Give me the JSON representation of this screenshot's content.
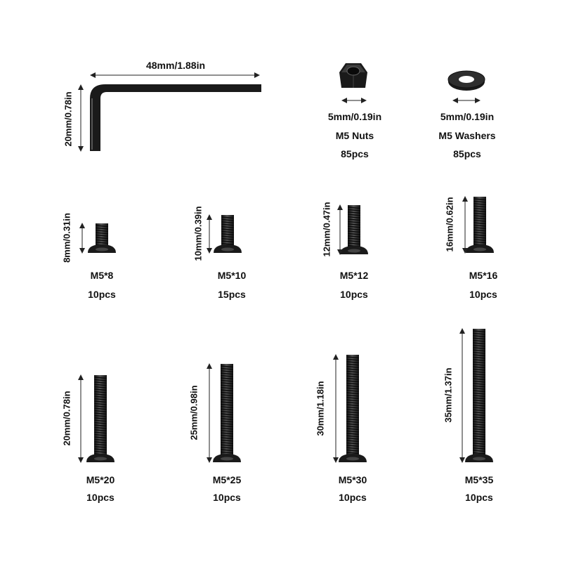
{
  "colors": {
    "metal": "#1a1a1a",
    "metal_highlight": "#5a5a5a",
    "dimension_line": "#222222",
    "background": "#ffffff"
  },
  "icons": [
    "hex-key-icon",
    "hex-nut-icon",
    "washer-icon",
    "button-head-screw-icon"
  ],
  "hex_key": {
    "length_label": "48mm/1.88in",
    "height_label": "20mm/0.78in"
  },
  "nuts": {
    "size_label": "5mm/0.19in",
    "name": "M5 Nuts",
    "qty": "85pcs"
  },
  "washers": {
    "size_label": "5mm/0.19in",
    "name": "M5 Washers",
    "qty": "85pcs"
  },
  "screws": [
    {
      "length_label": "8mm/0.31in",
      "name": "M5*8",
      "qty": "10pcs"
    },
    {
      "length_label": "10mm/0.39in",
      "name": "M5*10",
      "qty": "15pcs"
    },
    {
      "length_label": "12mm/0.47in",
      "name": "M5*12",
      "qty": "10pcs"
    },
    {
      "length_label": "16mm/0.62in",
      "name": "M5*16",
      "qty": "10pcs"
    },
    {
      "length_label": "20mm/0.78in",
      "name": "M5*20",
      "qty": "10pcs"
    },
    {
      "length_label": "25mm/0.98in",
      "name": "M5*25",
      "qty": "10pcs"
    },
    {
      "length_label": "30mm/1.18in",
      "name": "M5*30",
      "qty": "10pcs"
    },
    {
      "length_label": "35mm/1.37in",
      "name": "M5*35",
      "qty": "10pcs"
    }
  ]
}
